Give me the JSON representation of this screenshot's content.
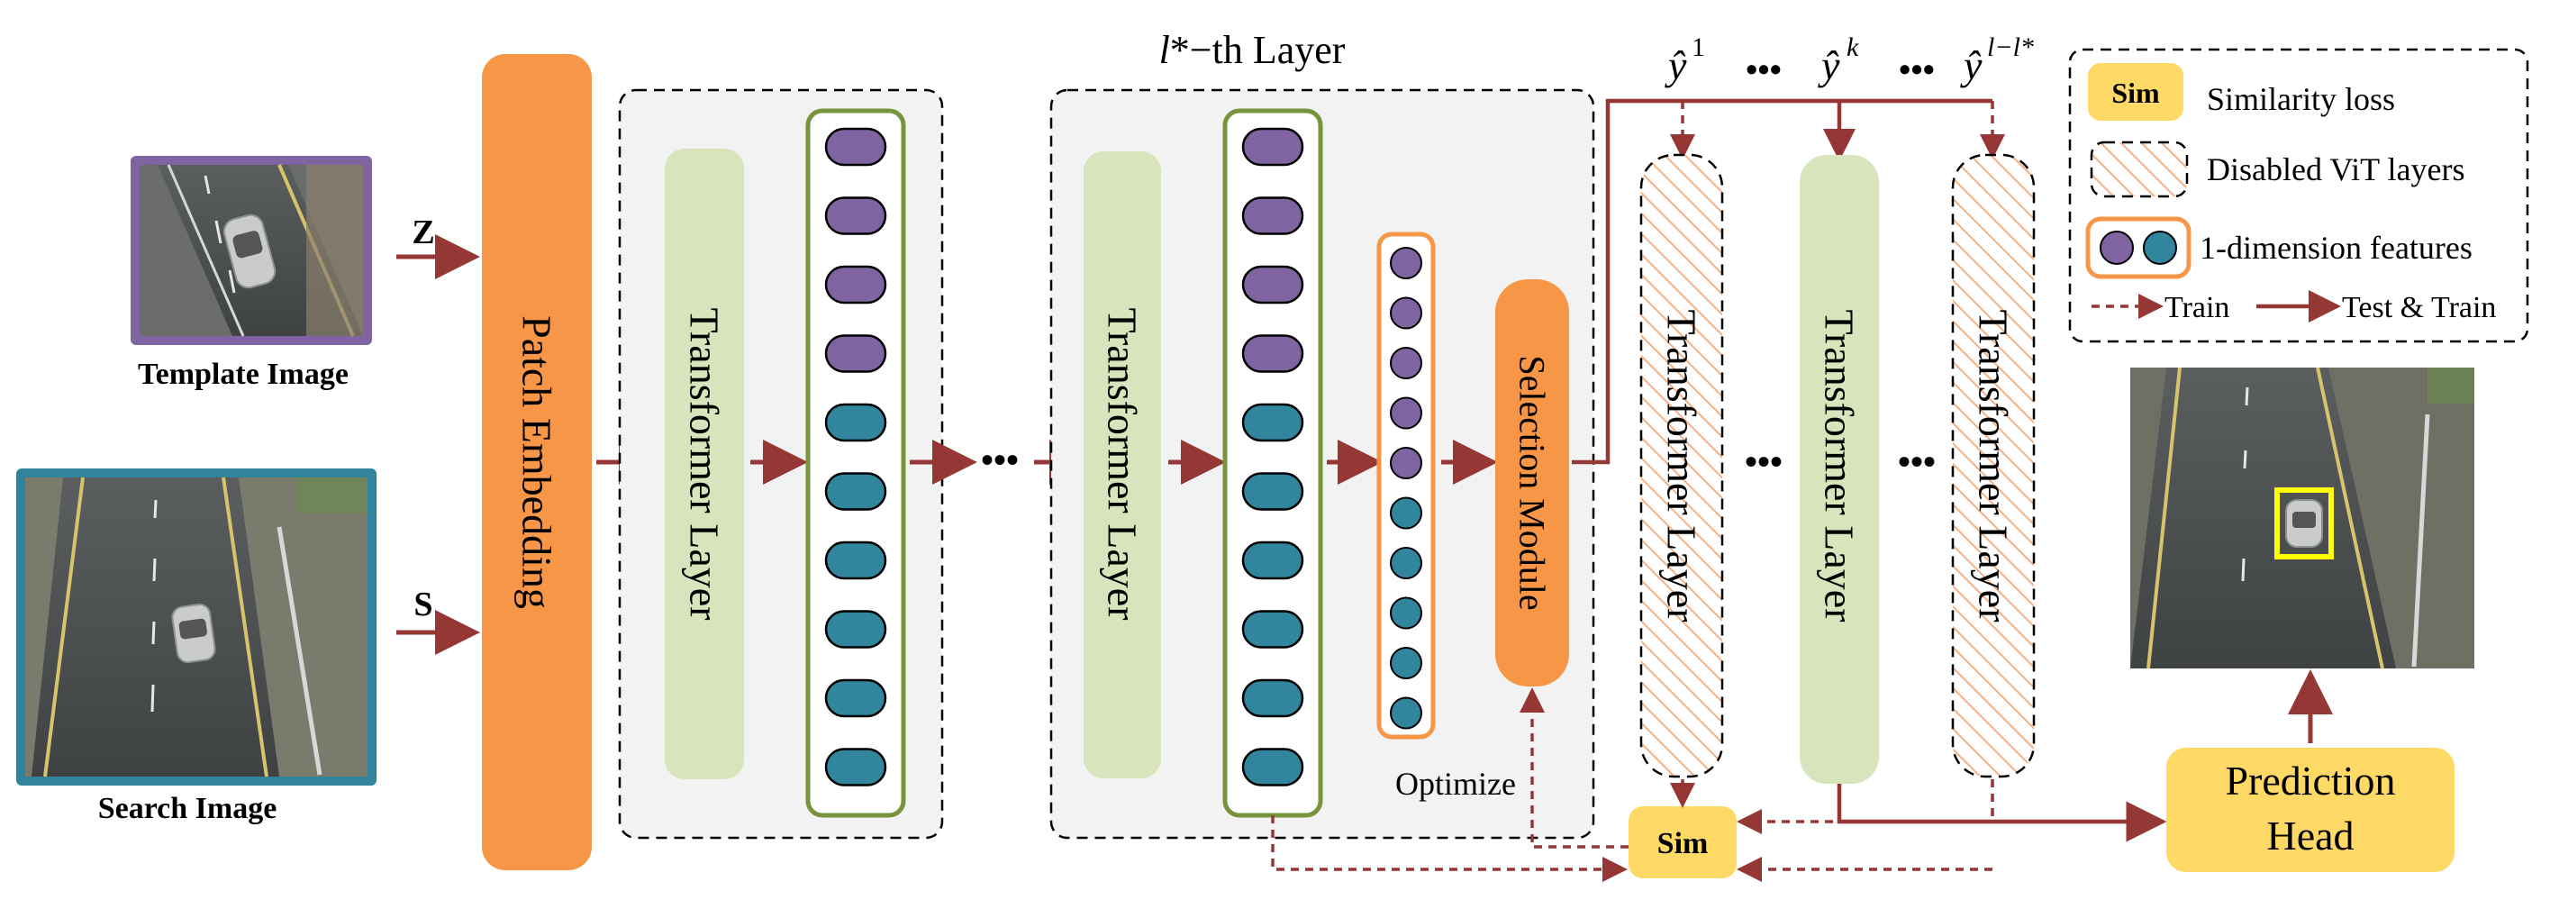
{
  "colors": {
    "purple_border": "#8064a2",
    "teal_border": "#31849b",
    "orange": "#f79646",
    "light_green": "#d7e4bc",
    "green_border": "#77933c",
    "purple_token": "#8064a2",
    "teal_token": "#31859c",
    "arrow": "#953735",
    "sim_yellow": "#ffd966",
    "panel_gray": "#f2f2f2"
  },
  "inputs": {
    "template_label": "Template Image",
    "search_label": "Search Image",
    "z_label": "Z",
    "s_label": "S"
  },
  "patch_embedding": "Patch Embedding",
  "transformer_layer": "Transformer Layer",
  "lth_layer_title_prefix": "l",
  "lth_layer_title_suffix": "*−th Layer",
  "selection_module": "Selection Module",
  "optimize": "Optimize",
  "outputs": {
    "y1_sup": "1",
    "yk_sup": "k",
    "yl_sup": "l−l*",
    "y_base": "ŷ",
    "ellipsis": "•••"
  },
  "sim": "Sim",
  "prediction_head_line1": "Prediction",
  "prediction_head_line2": "Head",
  "legend": {
    "sim_badge": "Sim",
    "similarity_loss": "Similarity loss",
    "disabled_vit": "Disabled ViT layers",
    "one_dim_features": "1-dimension features",
    "train": "Train",
    "test_train": "Test & Train"
  },
  "token_columns": {
    "col1": {
      "purple": 4,
      "teal": 6
    },
    "col2": {
      "purple": 4,
      "teal": 6
    },
    "col3": {
      "purple": 5,
      "teal": 5
    }
  }
}
